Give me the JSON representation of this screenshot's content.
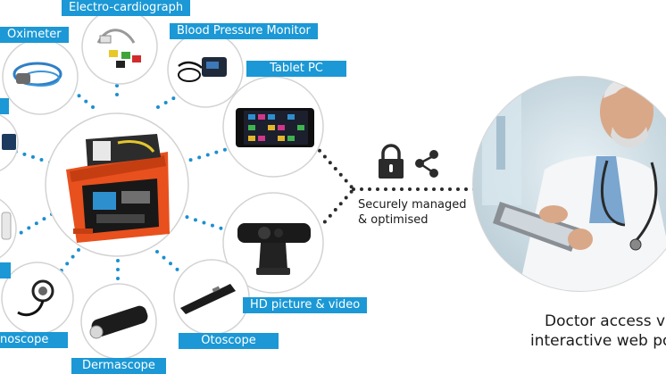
{
  "labels": {
    "electrocardiograph": "Electro-cardiograph",
    "oximeter": "Oximeter",
    "blood_pressure_monitor": "Blood Pressure Monitor",
    "tablet_pc": "Tablet PC",
    "hd_picture_video": "HD picture & video",
    "otoscope": "Otoscope",
    "dermascope": "Dermascope",
    "stethoscope_partial": "noscope"
  },
  "connection": {
    "line1": "Securely managed",
    "line2": "& optimised",
    "icons": [
      "lock-icon",
      "share-icon"
    ]
  },
  "doctor": {
    "line1": "Doctor access via",
    "line2": "interactive web port"
  },
  "colors": {
    "label_bg": "#1b98d5",
    "dot": "#1b8fd0",
    "connector": "#2b2b2b",
    "kit_case": "#e8501e"
  }
}
